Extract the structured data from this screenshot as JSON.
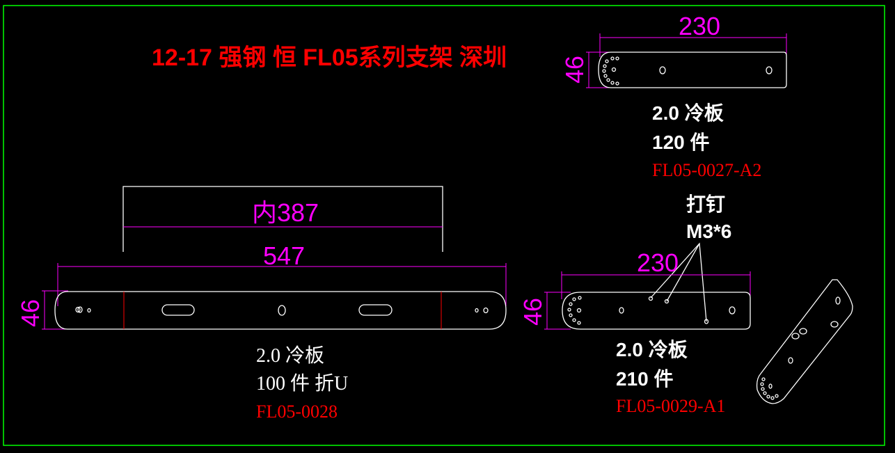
{
  "title": "12-17 强钢 恒 FL05系列支架 深圳",
  "colors": {
    "background": "#000000",
    "border": "#00ff00",
    "dimension": "#ff00ff",
    "part": "#ffffff",
    "code": "#ff0000"
  },
  "part_0028": {
    "inner_dim": "内387",
    "length_dim": "547",
    "width_dim": "46",
    "material": "2.0 冷板",
    "quantity": "100 件 折U",
    "code": "FL05-0028"
  },
  "part_0027": {
    "length_dim": "230",
    "width_dim": "46",
    "material": "2.0 冷板",
    "quantity": "120 件",
    "code": "FL05-0027-A2"
  },
  "part_0029": {
    "length_dim": "230",
    "width_dim": "46",
    "material": "2.0 冷板",
    "quantity": "210 件",
    "code": "FL05-0029-A1",
    "note_line1": "打钉",
    "note_line2": "M3*6"
  }
}
